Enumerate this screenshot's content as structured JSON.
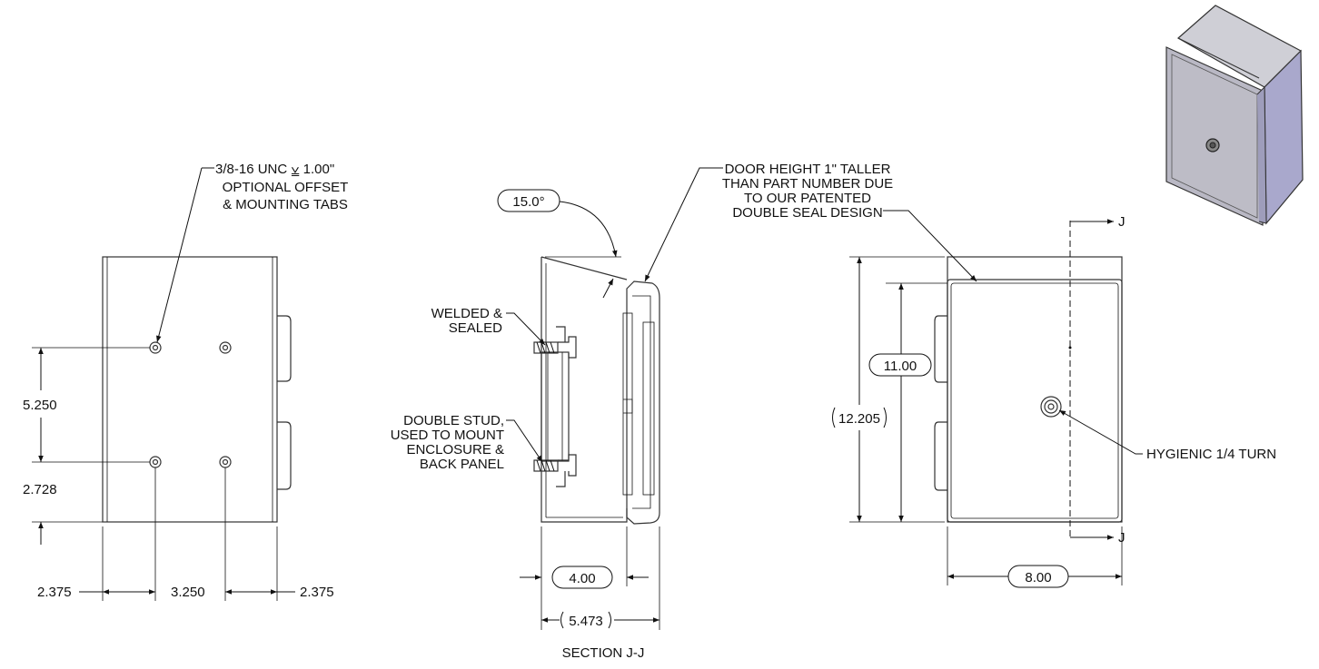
{
  "notes": {
    "tap_note": [
      "3/8-16 UNC ⩣ 1.00\"",
      "OPTIONAL OFFSET",
      "& MOUNTING TABS"
    ],
    "welded_note": [
      "WELDED &",
      "SEALED"
    ],
    "stud_note": [
      "DOUBLE STUD,",
      "USED  TO MOUNT",
      "ENCLOSURE &",
      "BACK PANEL"
    ],
    "door_note": [
      "DOOR HEIGHT 1\" TALLER",
      "THAN PART NUMBER DUE",
      "TO OUR PATENTED",
      "DOUBLE SEAL DESIGN"
    ],
    "hygienic_note": "HYGIENIC 1/4 TURN"
  },
  "dimensions": {
    "back_hole_vertical": "5.250",
    "back_bottom_offset": "2.728",
    "back_left_offset": "2.375",
    "back_hole_horizontal": "3.250",
    "back_right_offset": "2.375",
    "slope_angle": "15.0°",
    "section_depth": "4.00",
    "section_overall_depth": "5.473",
    "front_height": "11.00",
    "front_overall_height": "12.205",
    "front_width": "8.00"
  },
  "section_marker": {
    "top": "J",
    "bottom": "J"
  },
  "labels": {
    "section_title": "SECTION J-J"
  },
  "colors": {
    "line": "#111111",
    "iso_body": "#b9b8c4",
    "iso_side": "#a9a8cc",
    "iso_top": "#cfcfd6"
  }
}
